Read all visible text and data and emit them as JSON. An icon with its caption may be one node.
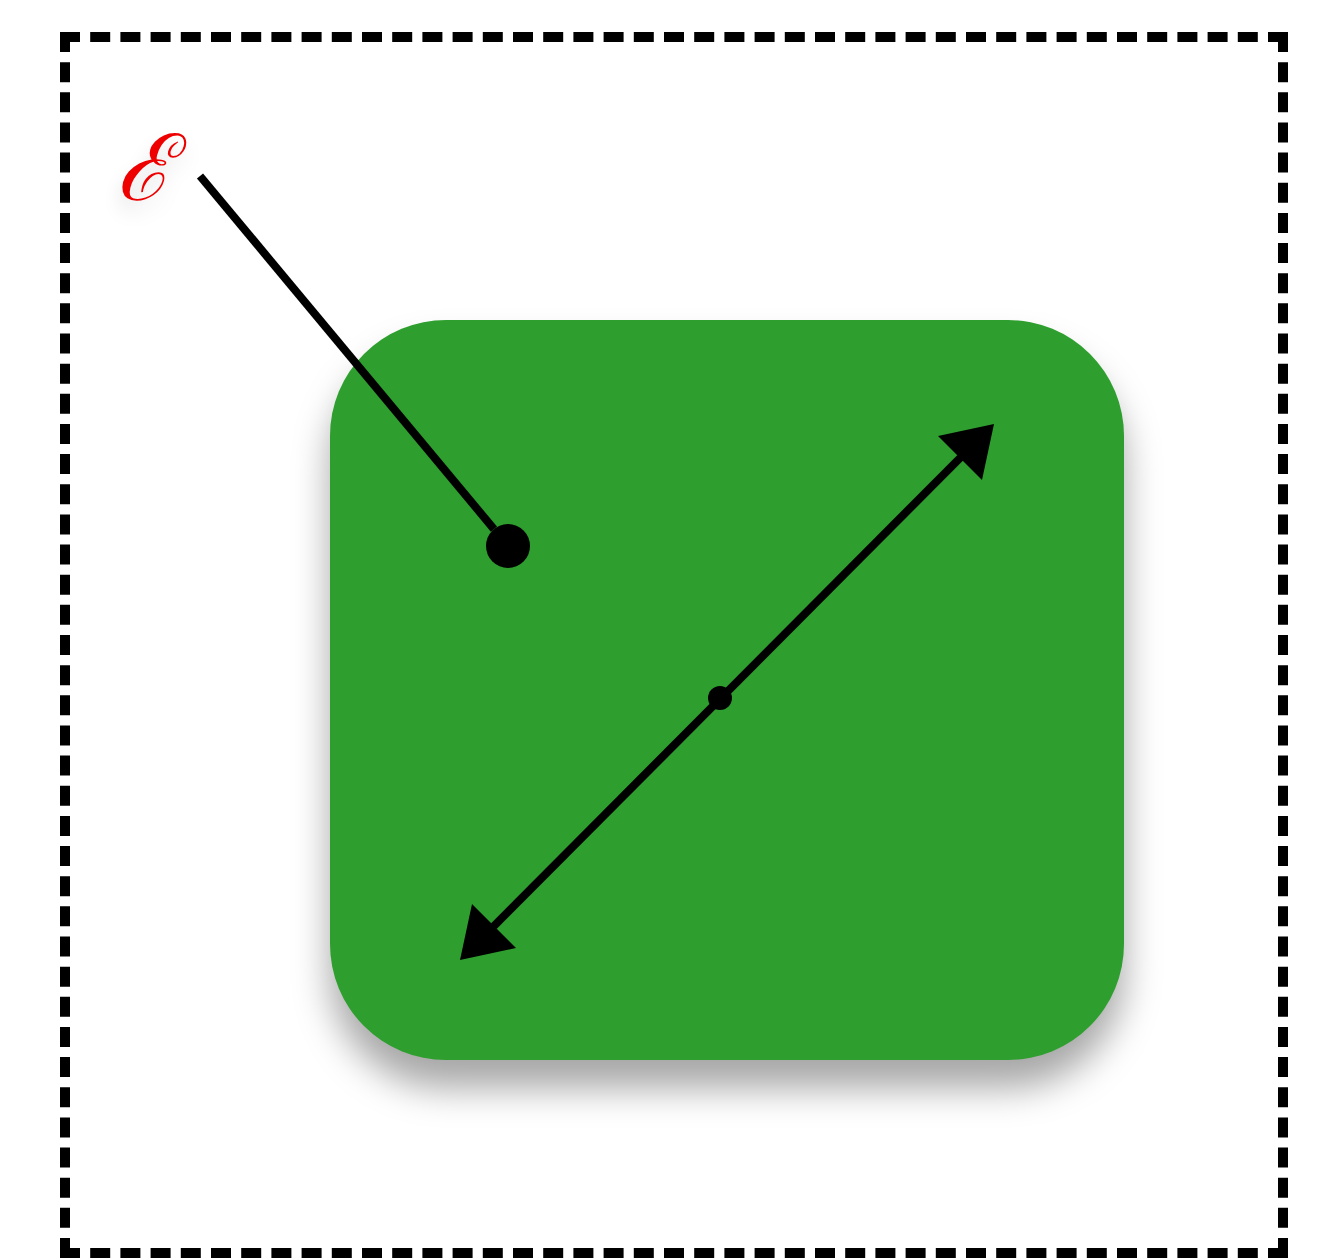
{
  "diagram": {
    "nodes": [
      {
        "text": [
          "ℰ"
        ]
      },
      {
        "text": [],
        "shape": "box"
      },
      {
        "text": [],
        "shape": "circle",
        "in": 1
      }
    ],
    "edges": [
      {
        "from": 0,
        "to": 2,
        "arrow": "none"
      }
    ]
  }
}
